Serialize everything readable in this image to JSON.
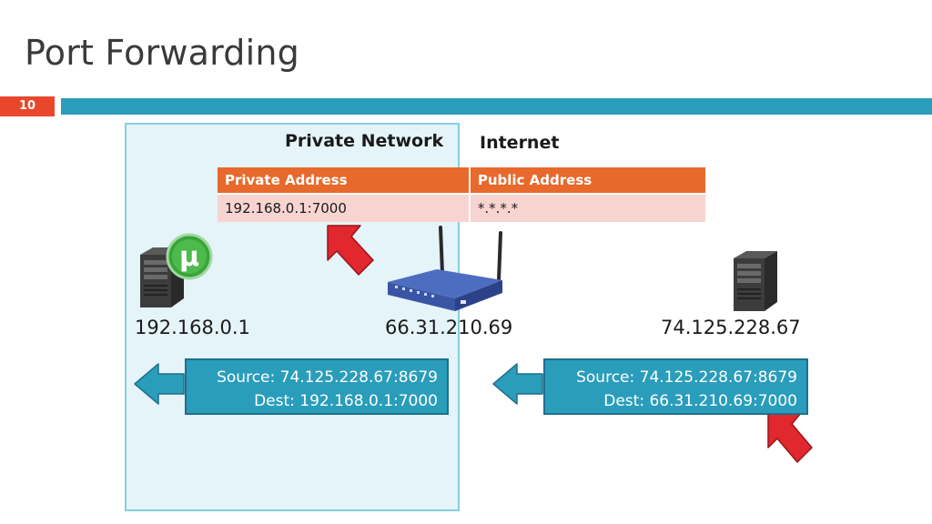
{
  "slide": {
    "title": "Port Forwarding",
    "number": "10"
  },
  "diagram": {
    "private_network_label": "Private Network",
    "internet_label": "Internet",
    "table": {
      "headers": [
        "Private Address",
        "Public Address"
      ],
      "rows": [
        [
          "192.168.0.1:7000",
          "*.*.*.*"
        ]
      ]
    },
    "hosts": {
      "client_ip": "192.168.0.1",
      "router_ip": "66.31.210.69",
      "server_ip": "74.125.228.67"
    },
    "packets": [
      {
        "source": "Source: 74.125.228.67:8679",
        "dest": "Dest: 192.168.0.1:7000"
      },
      {
        "source": "Source: 74.125.228.67:8679",
        "dest": "Dest: 66.31.210.69:7000"
      }
    ],
    "client_app_label": "µ",
    "colors": {
      "accent_bar": "#2a9dbb",
      "slide_number": "#e8472c",
      "table_header": "#e8692c",
      "table_row": "#f8d4d0",
      "private_region": "#e4f4f8",
      "callout_arrow": "#e0282e",
      "torrent_badge": "#3aa33a"
    }
  }
}
